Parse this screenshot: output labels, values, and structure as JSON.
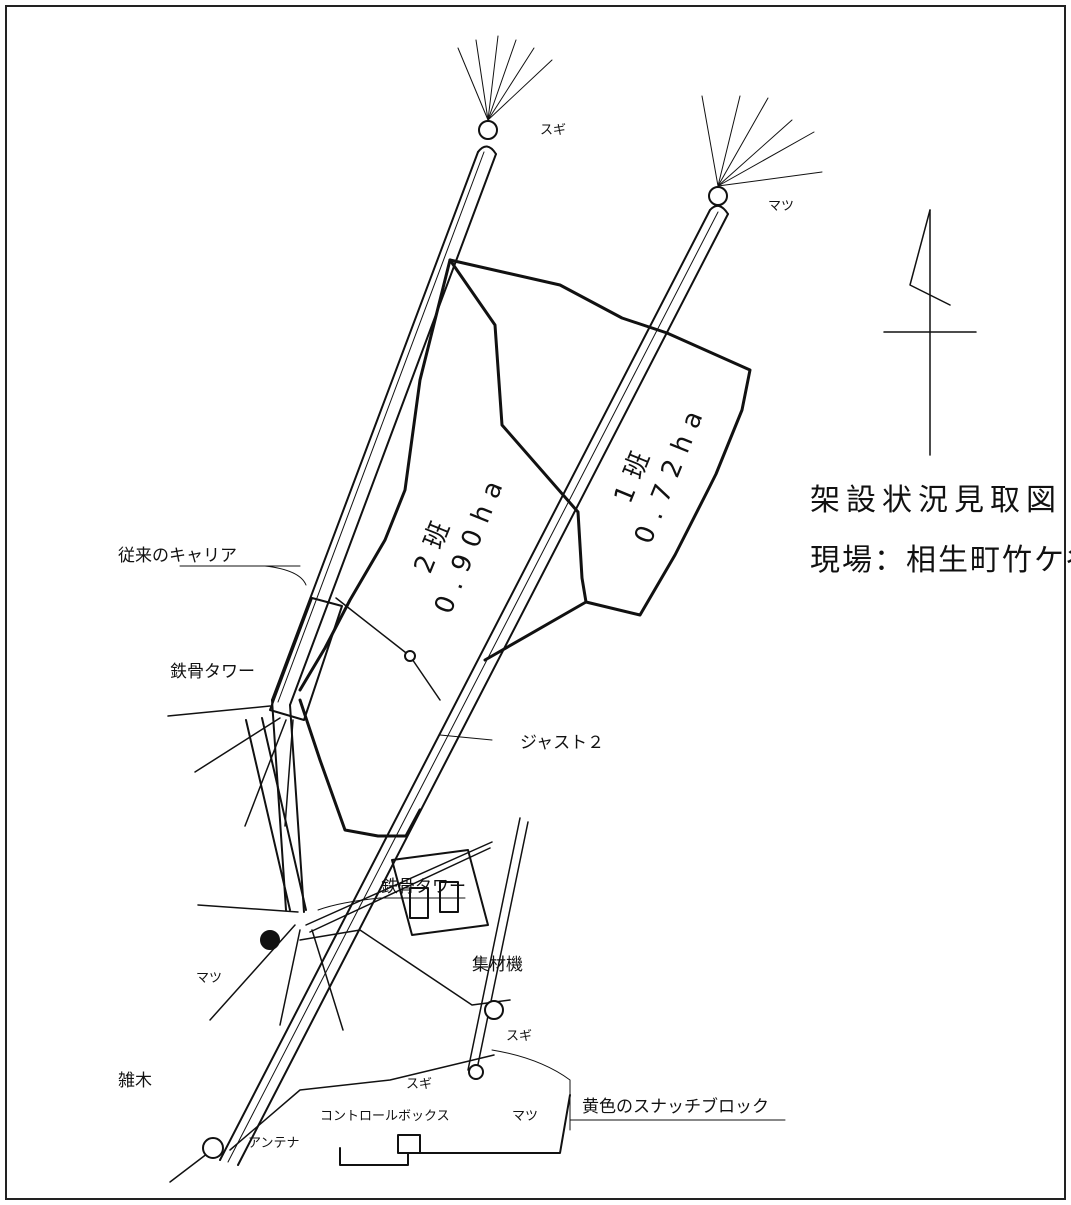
{
  "title": "架設状況見取図",
  "site": "現場：相生町竹ケ谷",
  "plots": [
    {
      "name": "2班",
      "area": "0.90ha"
    },
    {
      "name": "1班",
      "area": "0.72ha"
    }
  ],
  "labels": {
    "conventional_carrier": "従来のキャリア",
    "steel_tower_top": "鉄骨タワー",
    "steel_tower_bottom": "鉄骨タワー",
    "just2": "ジャスト２",
    "yarder": "集材機",
    "snatch_block": "黄色のスナッチブロック",
    "control_box": "コントロールボックス",
    "antenna": "アンテナ",
    "sugi_top": "スギ",
    "matsu_top": "マツ",
    "matsu_left": "マツ",
    "zatsuboku": "雑木",
    "sugi_right": "スギ",
    "sugi_mid": "スギ",
    "matsu_right": "マツ"
  },
  "colors": {
    "ink": "#111111",
    "background": "#ffffff"
  }
}
